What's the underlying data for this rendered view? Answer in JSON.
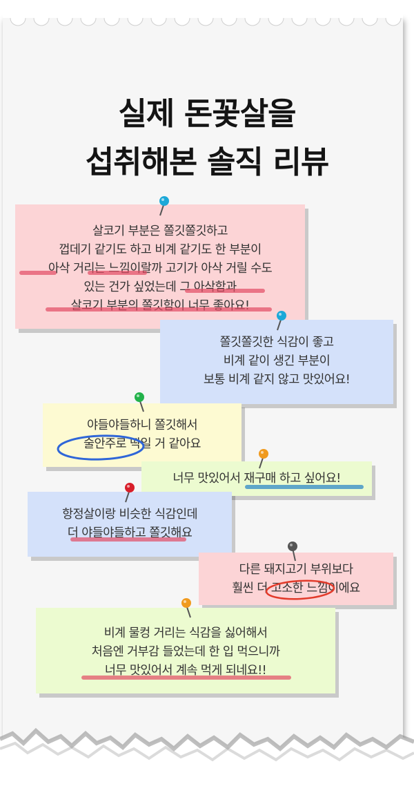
{
  "title": {
    "line1": "실제 돈꽃살을",
    "line2": "섭취해본 솔직 리뷰"
  },
  "colors": {
    "pink": "#fcd4d6",
    "blue": "#d4e1fa",
    "yellow": "#fdfad2",
    "green": "#ecfbd0",
    "text": "#333333",
    "highlight_red": "#e24c64",
    "highlight_blue": "#4696c8",
    "circle_blue": "#2f66d8",
    "circle_red": "#e23a2a"
  },
  "notes": [
    {
      "color": "pink",
      "pin_color": "#1ca8d8",
      "lines": [
        "살코기 부분은 쫄깃쫄깃하고",
        "껍데기 같기도 하고 비계 같기도 한 부분이",
        "아삭 거리는 느낌이랄까 고기가 아삭 거릴 수도",
        "있는 건가 싶었는데 그 아삭함과",
        "살코기 부분의 쫄깃함이 너무 좋아요!"
      ]
    },
    {
      "color": "blue",
      "pin_color": "#1ca8d8",
      "lines": [
        "쫄깃쫄깃한 식감이 좋고",
        "비계 같이 생긴 부분이",
        "보통 비계 같지 않고 맛있어요!"
      ]
    },
    {
      "color": "yellow",
      "pin_color": "#22b24a",
      "lines": [
        "야들야들하니 쫄깃해서",
        "술안주로 딱일 거 같아요"
      ]
    },
    {
      "color": "green",
      "pin_color": "#f09a1e",
      "lines": [
        "너무 맛있어서 재구매 하고 싶어요!"
      ]
    },
    {
      "color": "blue",
      "pin_color": "#d81e2a",
      "lines": [
        "항정살이랑 비슷한 식감인데",
        "더 야들야들하고 쫄깃해요"
      ]
    },
    {
      "color": "pink",
      "pin_color": "#555555",
      "lines": [
        "다른 돼지고기 부위보다",
        "훨씬 더 고소한 느낌이에요"
      ]
    },
    {
      "color": "green",
      "pin_color": "#f09a1e",
      "lines": [
        "비계 물컹 거리는 식감을 싫어해서",
        "처음엔 거부감 들었는데 한 입 먹으니까",
        "너무 맛있어서 계속 먹게 되네요!!"
      ]
    }
  ]
}
